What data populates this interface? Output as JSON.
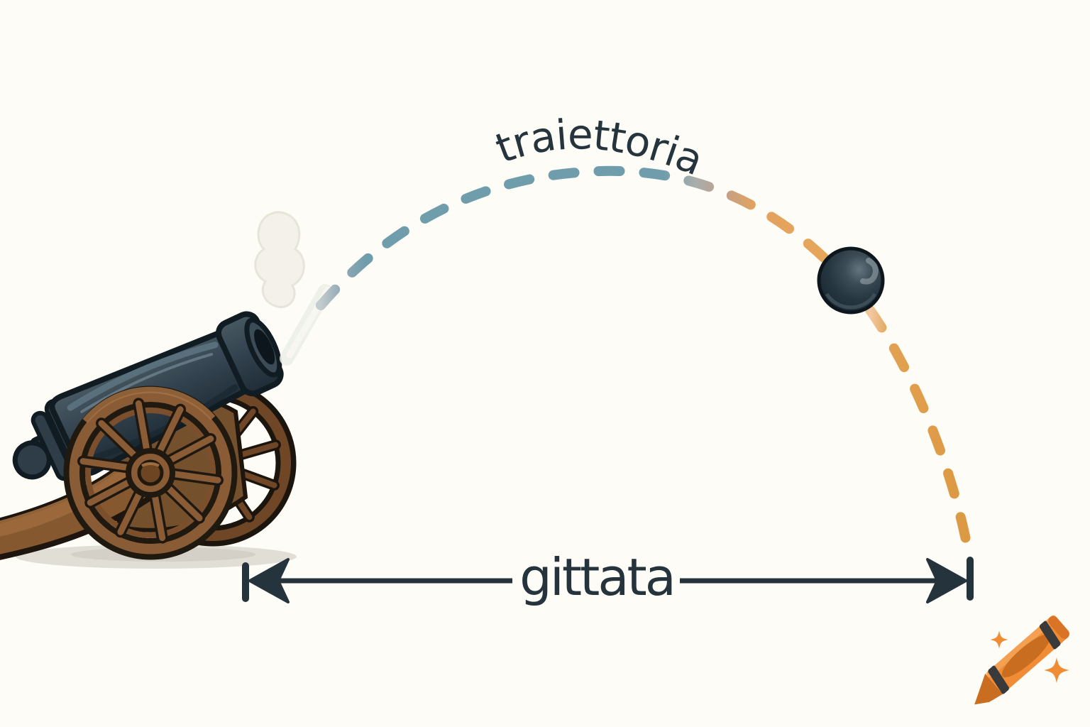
{
  "scene": {
    "description": "Hand-drawn illustration of a cannon firing a cannonball along a dashed parabolic trajectory, with the horizontal range marked by a double-headed dimension arrow",
    "background_color": "#fdfcf6"
  },
  "labels": {
    "trajectory": "traiettoria",
    "range": "gittata"
  },
  "colors": {
    "ink": "#24333c",
    "trajectory_blue": "#6f9dab",
    "trajectory_gray": "#a9aeaa",
    "trajectory_orange": "#e2a157",
    "trajectory_peach": "#f3c9a2",
    "cannon_metal": "#334350",
    "cannon_outline": "#101b22",
    "wood_brown": "#8a5c36",
    "wood_dark": "#6f4626",
    "smoke_white": "#f3f1ea",
    "shadow_gray": "#dcd8d0",
    "crayon_orange": "#ef8c35",
    "crayon_dark_orange": "#c96d20",
    "crayon_band": "#3a3a3a"
  },
  "icons": {
    "cannon": "cannon-illustration",
    "cannonball": "cannonball-icon",
    "smoke": "smoke-puff-icon",
    "trajectory": "trajectory-dashed-arc",
    "dimension": "range-dimension-arrow",
    "watermark": "crayon-logo-icon",
    "sparkles": "sparkle-icon"
  }
}
